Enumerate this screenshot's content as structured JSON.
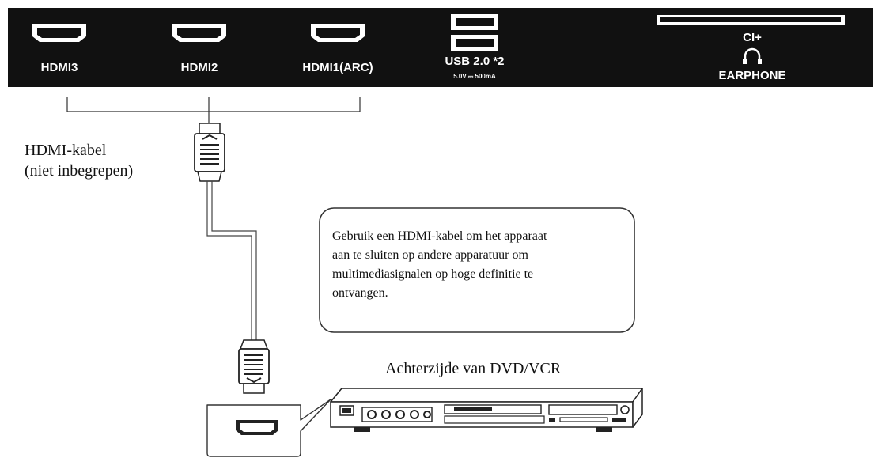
{
  "panel": {
    "hdmi3": "HDMI3",
    "hdmi2": "HDMI2",
    "hdmi1": "HDMI1(ARC)",
    "usb": "USB 2.0 *2",
    "usb_spec": "5.0V ⎓ 500mA",
    "ci": "CI+",
    "earphone": "EARPHONE"
  },
  "cable_label": {
    "line1": "HDMI-kabel",
    "line2": "(niet inbegrepen)"
  },
  "note": {
    "lines": [
      "Gebruik een HDMI-kabel om het apparaat",
      "aan te sluiten op andere apparatuur om",
      "multimediasignalen op hoge definitie te",
      "ontvangen."
    ]
  },
  "device": {
    "title": "Achterzijde van DVD/VCR"
  },
  "colors": {
    "panel": "#111111",
    "line": "#333333"
  },
  "icons": [
    "hdmi-port-icon",
    "usb-port-icon",
    "ci-slot-icon",
    "earphone-icon",
    "hdmi-plug-icon",
    "dvd-vcr-icon"
  ]
}
